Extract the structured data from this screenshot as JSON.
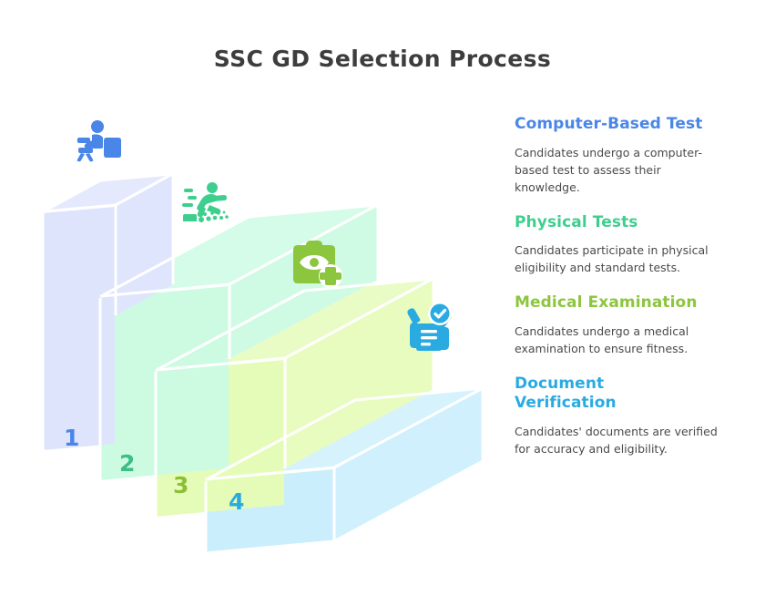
{
  "page": {
    "title": "SSC GD Selection Process",
    "background": "#ffffff",
    "title_color": "#3d3d3d"
  },
  "steps": [
    {
      "number": "1",
      "heading": "Computer-Based Test",
      "body": "Candidates undergo a computer-based test to assess their knowledge.",
      "accent": "#4a86e8",
      "block_front": "#dde4fb",
      "block_top": "#e4e9fd",
      "block_side": "#dfe5fc",
      "icon": "person-at-computer-icon"
    },
    {
      "number": "2",
      "heading": "Physical Tests",
      "body": "Candidates participate in physical eligibility and standard tests.",
      "accent": "#3ebd86",
      "block_front": "#ccfbe2",
      "block_top": "#d4fce8",
      "block_side": "#cffbe5",
      "icon": "running-person-icon"
    },
    {
      "number": "3",
      "heading": "Medical Examination",
      "body": "Candidates undergo a medical examination to ensure fitness.",
      "accent": "#8cbf35",
      "block_front": "#e5fcb9",
      "block_top": "#eafcc6",
      "block_side": "#e7fcbe",
      "icon": "clipboard-eye-medical-icon"
    },
    {
      "number": "4",
      "heading": "Document Verification",
      "body": "Candidates' documents are verified for accuracy and eligibility.",
      "accent": "#29abe2",
      "block_front": "#cbeefc",
      "block_top": "#d6f2fd",
      "block_side": "#d0f0fd",
      "icon": "hands-document-check-icon"
    }
  ],
  "icon_colors": {
    "computer": "#4a86e8",
    "running": "#3ecf8e",
    "medical": "#8cc63e",
    "document": "#29abe2"
  }
}
